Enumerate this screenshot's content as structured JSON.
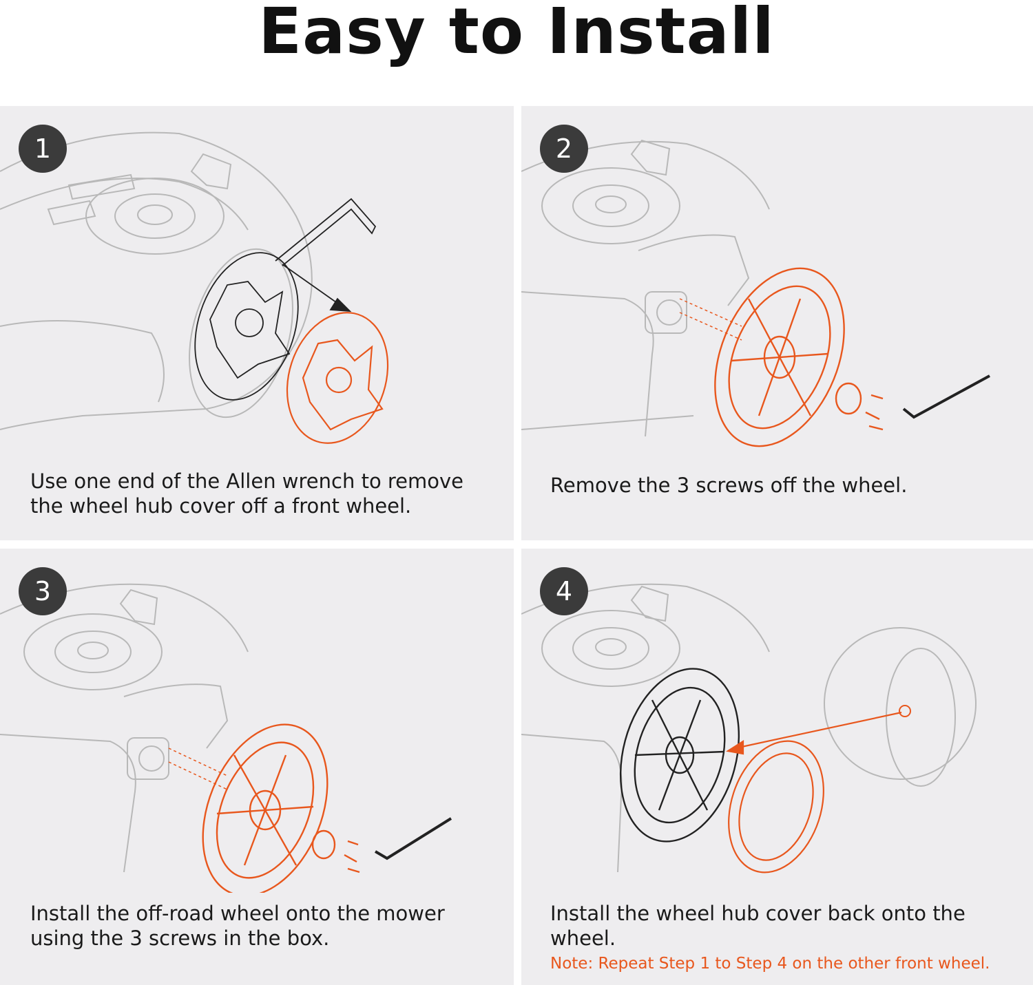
{
  "title": "Easy to Install",
  "colors": {
    "accent": "#e8571d",
    "panel_bg": "#eeedef",
    "badge_bg": "#3b3b3b"
  },
  "steps": [
    {
      "number": "1",
      "text": "Use one end of the Allen wrench to remove the wheel hub cover off a front wheel."
    },
    {
      "number": "2",
      "text": "Remove the 3 screws off the wheel."
    },
    {
      "number": "3",
      "text": "Install the off-road wheel onto the mower using the 3 screws in the box."
    },
    {
      "number": "4",
      "text": "Install the wheel hub cover back onto the wheel.",
      "note": "Note: Repeat Step 1 to Step 4 on the other front wheel."
    }
  ]
}
